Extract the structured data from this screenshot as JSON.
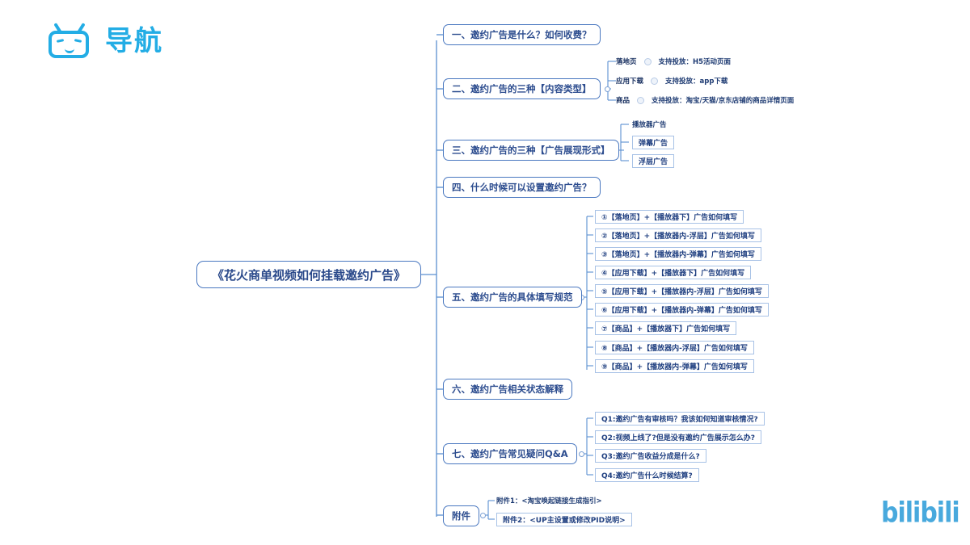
{
  "header": {
    "logo_icon": "bilibili-tv-icon",
    "logo_text": "导航"
  },
  "footer": {
    "brand": "bilibili"
  },
  "mindmap": {
    "root": "《花火商单视频如何挂载邀约广告》",
    "branches": [
      {
        "id": "b1",
        "label": "一、邀约广告是什么？如何收费？",
        "children": []
      },
      {
        "id": "b2",
        "label": "二、邀约广告的三种【内容类型】",
        "children": [
          {
            "key": "落地页",
            "value": "支持投放：H5活动页面"
          },
          {
            "key": "应用下载",
            "value": "支持投放：app下载"
          },
          {
            "key": "商品",
            "value": "支持投放：淘宝/天猫/京东店铺的商品详情页面"
          }
        ]
      },
      {
        "id": "b3",
        "label": "三、邀约广告的三种【广告展现形式】",
        "children": [
          {
            "label": "播放器广告"
          },
          {
            "label": "弹幕广告"
          },
          {
            "label": "浮层广告"
          }
        ]
      },
      {
        "id": "b4",
        "label": "四、什么时候可以设置邀约广告？",
        "children": []
      },
      {
        "id": "b5",
        "label": "五、邀约广告的具体填写规范",
        "children": [
          {
            "label": "①【落地页】+【播放器下】广告如何填写"
          },
          {
            "label": "②【落地页】+【播放器内-浮层】广告如何填写"
          },
          {
            "label": "③【落地页】+【播放器内-弹幕】广告如何填写"
          },
          {
            "label": "④【应用下载】+【播放器下】广告如何填写"
          },
          {
            "label": "⑤【应用下载】+【播放器内-浮层】广告如何填写"
          },
          {
            "label": "⑥【应用下载】+【播放器内-弹幕】广告如何填写"
          },
          {
            "label": "⑦【商品】+【播放器下】广告如何填写"
          },
          {
            "label": "⑧【商品】+【播放器内-浮层】广告如何填写"
          },
          {
            "label": "⑨【商品】+【播放器内-弹幕】广告如何填写"
          }
        ]
      },
      {
        "id": "b6",
        "label": "六、邀约广告相关状态解释",
        "children": []
      },
      {
        "id": "b7",
        "label": "七、邀约广告常见疑问Q&A",
        "children": [
          {
            "label": "Q1:邀约广告有审核吗？我该如何知道审核情况?"
          },
          {
            "label": "Q2:视频上线了?但是没有邀约广告展示怎么办?"
          },
          {
            "label": "Q3:邀约广告收益分成是什么?"
          },
          {
            "label": "Q4:邀约广告什么时候结算?"
          }
        ]
      },
      {
        "id": "b8",
        "label": "附件",
        "children": [
          {
            "label": "附件1：<淘宝唤起链接生成指引>"
          },
          {
            "label": "附件2：<UP主设置或修改PID说明>"
          }
        ]
      }
    ]
  },
  "colors": {
    "brand_blue": "#23ade5",
    "node_border": "#4a78c0",
    "node_text": "#2b4a8b",
    "link": "#5b8fd0",
    "sub_border": "#a8c2e6"
  }
}
